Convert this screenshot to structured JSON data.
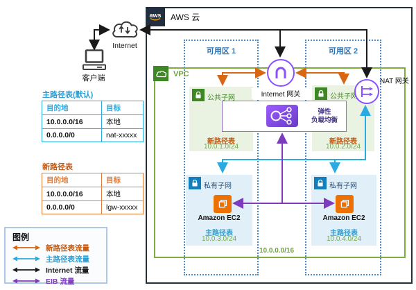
{
  "aws": {
    "title": "AWS 云",
    "logo": "aws"
  },
  "external": {
    "internet_label": "Internet",
    "client_label": "客户端"
  },
  "vpc": {
    "label": "VPC",
    "cidr": "10.0.0.0/16"
  },
  "gateways": {
    "internet_gateway": "Internet 网关",
    "nat_gateway": "NAT 网关"
  },
  "elb": {
    "line1": "弹性",
    "line2": "负载均衡"
  },
  "azs": [
    {
      "label": "可用区 1",
      "public_subnet": {
        "label": "公共子网",
        "route_label": "新路径表",
        "cidr": "10.0.1.0/24"
      },
      "private_subnet": {
        "label": "私有子网",
        "ec2_label": "Amazon EC2",
        "route_label": "主路径表",
        "cidr": "10.0.3.0/24"
      }
    },
    {
      "label": "可用区 2",
      "public_subnet": {
        "label": "公共子网",
        "route_label": "新路径表",
        "cidr": "10.0.2.0/24"
      },
      "private_subnet": {
        "label": "私有子网",
        "ec2_label": "Amazon EC2",
        "route_label": "主路径表",
        "cidr": "10.0.4.0/24"
      }
    }
  ],
  "route_tables": {
    "main": {
      "title": "主路径表(默认)",
      "headers": [
        "目的地",
        "目标"
      ],
      "rows": [
        [
          "10.0.0.0/16",
          "本地"
        ],
        [
          "0.0.0.0/0",
          "nat-xxxxx"
        ]
      ]
    },
    "new": {
      "title": "新路径表",
      "headers": [
        "目的地",
        "目标"
      ],
      "rows": [
        [
          "10.0.0.0/16",
          "本地"
        ],
        [
          "0.0.0.0/0",
          "lgw-xxxxx"
        ]
      ]
    }
  },
  "legend": {
    "title": "图例",
    "items": [
      {
        "label": "新路径表流量",
        "color": "#C55A11"
      },
      {
        "label": "主路径表流量",
        "color": "#2E9FD4"
      },
      {
        "label": "Internet 流量",
        "color": "#1A1A1A"
      },
      {
        "label": "EIB 流量",
        "color": "#7D3CBD"
      }
    ]
  },
  "colors": {
    "new_route_flow": "#D86613",
    "main_route_flow": "#29ABE2",
    "internet_flow": "#1A1A1A",
    "elb_flow": "#7D3CBD",
    "vpc_border": "#7FAE3F",
    "gateway_purple": "#8C4FFF",
    "ec2_orange": "#ED7100",
    "public_subnet_green": "#3F8624",
    "private_subnet_blue": "#147EBA",
    "cidr_green": "#70AD47",
    "az_blue": "#2E75B6"
  }
}
